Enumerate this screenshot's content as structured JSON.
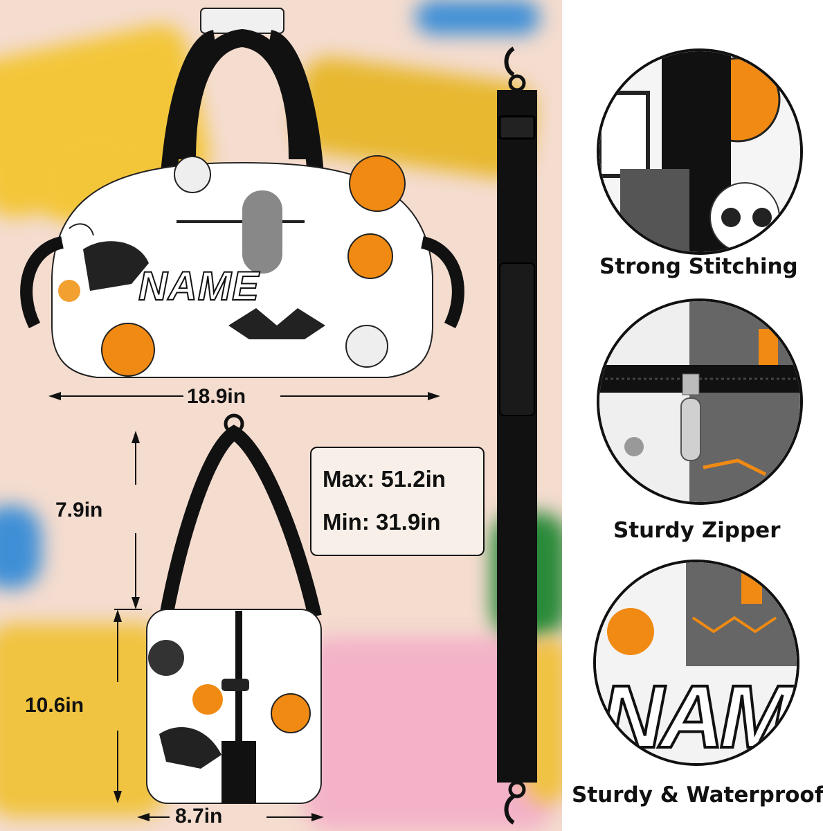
{
  "dimensions": {
    "width": "18.9in",
    "drop": "7.9in",
    "height": "10.6in",
    "depth": "8.7in"
  },
  "strap": {
    "max": "Max: 51.2in",
    "min": "Min: 31.9in"
  },
  "bag_print": {
    "name_text": "NAME"
  },
  "features": [
    {
      "label": "Strong Stitching"
    },
    {
      "label": "Sturdy Zipper"
    },
    {
      "label": "Sturdy & Waterproof"
    }
  ],
  "detail_print_text": "NAM",
  "colors": {
    "background": "#f4dccf",
    "strap": "#111111",
    "pumpkin": "#f08a12",
    "print_base": "#ffffff"
  },
  "icons": [
    "pumpkin-icon",
    "skull-icon",
    "bat-icon",
    "crow-icon",
    "zipper-icon",
    "clip-icon"
  ]
}
